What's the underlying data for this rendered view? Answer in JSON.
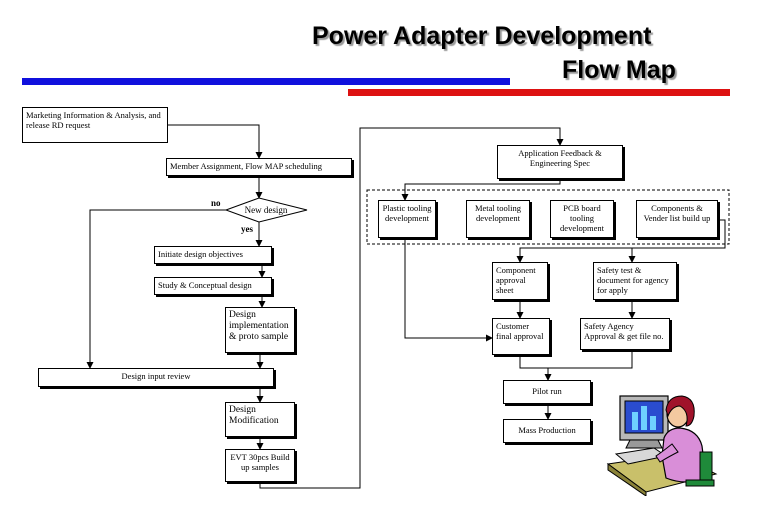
{
  "title": {
    "line1": "Power Adapter Development",
    "line2": "Flow Map"
  },
  "colors": {
    "blue_bar": "#1010dd",
    "red_bar": "#dd1111",
    "line": "#000000"
  },
  "nodes": {
    "marketing": "Marketing Information & Analysis, and release RD request",
    "member": "Member Assignment, Flow MAP scheduling",
    "new_design": "New design",
    "initiate": "Initiate design objectives",
    "study": "Study & Conceptual design",
    "implementation": "Design implementation & proto sample",
    "input_review": "Design input review",
    "modification": "Design Modification",
    "evt": "EVT 30pcs Build up samples",
    "feedback": "Application Feedback & Engineering Spec",
    "plastic": "Plastic tooling development",
    "metal": "Metal tooling development",
    "pcb": "PCB board tooling development",
    "components": "Components & Vender list build up",
    "component_approval": "Component approval sheet",
    "safety_test": "Safety test & document for agency for apply",
    "customer_final": "Customer final approval",
    "safety_agency": "Safety Agency Approval & get file no.",
    "pilot": "Pilot run",
    "mass": "Mass Production"
  },
  "labels": {
    "no": "no",
    "yes": "yes"
  },
  "illustration": {
    "icon": "person-at-computer-icon"
  }
}
